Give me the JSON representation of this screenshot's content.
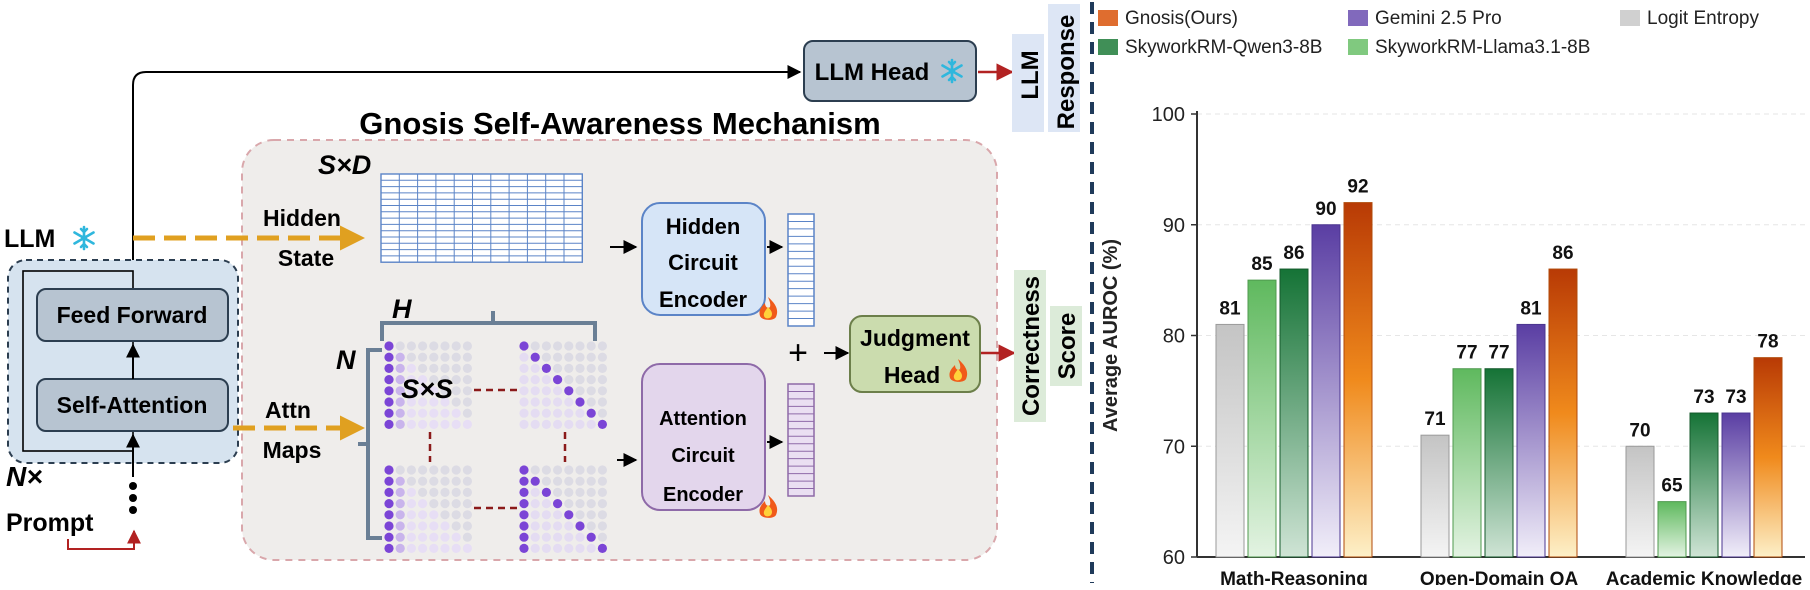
{
  "diagram": {
    "title": "Gnosis Self-Awareness Mechanism",
    "llm_label": "LLM",
    "llm_head": "LLM Head",
    "response_side": [
      "LLM",
      "Response"
    ],
    "hidden_label": [
      "Hidden",
      "State"
    ],
    "attn_label": [
      "Attn",
      "Maps"
    ],
    "feed_forward": "Feed Forward",
    "self_attention": "Self-Attention",
    "n_times": "N×",
    "prompt": "Prompt",
    "sxd": "S×D",
    "h": "H",
    "n": "N",
    "sxs": "S×S",
    "hidden_encoder": [
      "Hidden",
      "Circuit",
      "Encoder"
    ],
    "attention_encoder": [
      "Attention",
      "Circuit",
      "Encoder"
    ],
    "plus": "+",
    "judgment_head": [
      "Judgment",
      "Head"
    ],
    "correctness_side": [
      "Correctness",
      "Score"
    ],
    "icons": {
      "frozen": "snowflake-icon",
      "trainable": "flame-icon"
    },
    "colors": {
      "hidden_arrow": "#e0a020",
      "output_arrow": "#b22222",
      "panel_bg": "#efedeb",
      "panel_border": "#d9a7ab",
      "transformer_bg": "#d6e3ef",
      "block_fill": "#b7c4d1",
      "hidden_grid": "#5b84c7",
      "attn_dot": "#7b45d6",
      "judgment_fill": "#cbdcae"
    }
  },
  "chart_data": {
    "type": "bar",
    "categories": [
      "Math-Reasoning",
      "Open-Domain QA",
      "Academic Knowledge"
    ],
    "series": [
      {
        "name": "Logit Entropy",
        "values": [
          81,
          71,
          70
        ],
        "color": "#c8c8c8"
      },
      {
        "name": "SkyworkRM-Llama3.1-8B",
        "values": [
          85,
          77,
          65
        ],
        "color": "#6abf69"
      },
      {
        "name": "SkyworkRM-Qwen3-8B",
        "values": [
          86,
          77,
          73
        ],
        "color": "#1e7b3a"
      },
      {
        "name": "Gemini 2.5 Pro",
        "values": [
          90,
          81,
          73
        ],
        "color": "#6b4fb0"
      },
      {
        "name": "Gnosis(Ours)",
        "values": [
          92,
          86,
          78
        ],
        "color": "#d9540a"
      }
    ],
    "legend_order": [
      "Gnosis(Ours)",
      "Gemini 2.5 Pro",
      "Logit Entropy",
      "SkyworkRM-Qwen3-8B",
      "SkyworkRM-Llama3.1-8B"
    ],
    "legend_placement": "top",
    "ylabel": "Average AUROC (%)",
    "xlabel": "",
    "ylim": [
      60,
      100
    ],
    "yticks": [
      60,
      70,
      80,
      90,
      100
    ],
    "grid": true
  }
}
